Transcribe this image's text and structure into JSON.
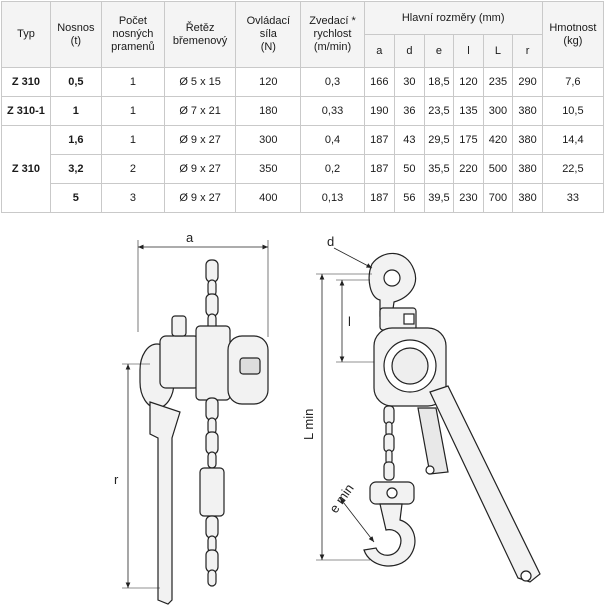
{
  "table": {
    "headers": {
      "typ": "Typ",
      "nosnost": [
        "Nosnos",
        "(t)"
      ],
      "pocet": [
        "Počet",
        "nosných",
        "pramenů"
      ],
      "retez": [
        "Řetěz",
        "břemenový"
      ],
      "sila": [
        "Ovládací",
        "síla",
        "(N)"
      ],
      "rychlost": [
        "Zvedací *",
        "rychlost",
        "(m/min)"
      ],
      "hlavni": "Hlavní rozměry (mm)",
      "sub": [
        "a",
        "d",
        "e",
        "l",
        "L",
        "r"
      ],
      "hmotnost": [
        "Hmotnost",
        "(kg)"
      ]
    },
    "rows": [
      {
        "typ": "Z 310",
        "nosnost": "0,5",
        "pocet": "1",
        "retez": "Ø 5 x 15",
        "sila": "120",
        "rychlost": "0,3",
        "a": "166",
        "d": "30",
        "e": "18,5",
        "l": "120",
        "L": "235",
        "r": "290",
        "hmotnost": "7,6"
      },
      {
        "typ": "Z 310-1",
        "nosnost": "1",
        "pocet": "1",
        "retez": "Ø 7 x 21",
        "sila": "180",
        "rychlost": "0,33",
        "a": "190",
        "d": "36",
        "e": "23,5",
        "l": "135",
        "L": "300",
        "r": "380",
        "hmotnost": "10,5"
      },
      {
        "typ": "Z 310",
        "nosnost": "1,6",
        "pocet": "1",
        "retez": "Ø 9 x 27",
        "sila": "300",
        "rychlost": "0,4",
        "a": "187",
        "d": "43",
        "e": "29,5",
        "l": "175",
        "L": "420",
        "r": "380",
        "hmotnost": "14,4"
      },
      {
        "typ": "",
        "nosnost": "3,2",
        "pocet": "2",
        "retez": "Ø 9 x 27",
        "sila": "350",
        "rychlost": "0,2",
        "a": "187",
        "d": "50",
        "e": "35,5",
        "l": "220",
        "L": "500",
        "r": "380",
        "hmotnost": "22,5"
      },
      {
        "typ": "",
        "nosnost": "5",
        "pocet": "3",
        "retez": "Ø 9 x 27",
        "sila": "400",
        "rychlost": "0,13",
        "a": "187",
        "d": "56",
        "e": "39,5",
        "l": "230",
        "L": "700",
        "r": "380",
        "hmotnost": "33"
      }
    ]
  },
  "drawing": {
    "dim_a": "a",
    "dim_d": "d",
    "dim_r": "r",
    "dim_Lmin": "L min",
    "dim_emin": "e min",
    "dim_l": "l"
  }
}
